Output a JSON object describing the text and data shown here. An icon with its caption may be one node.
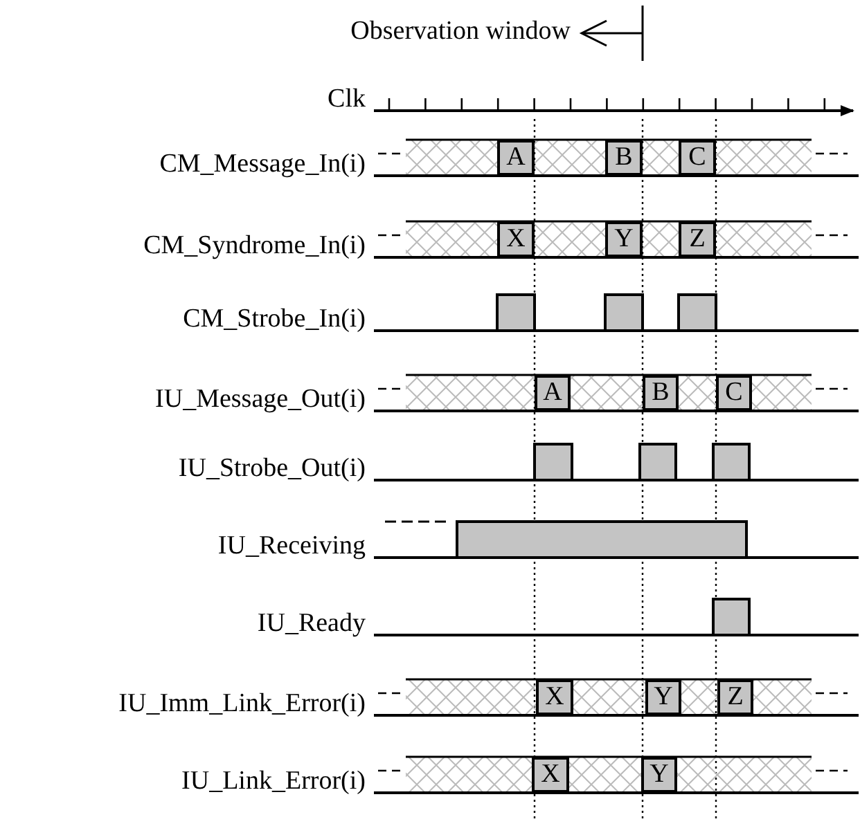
{
  "diagram": {
    "nodes": [
      {
        "text": [
          "A"
        ]
      },
      {
        "text": [
          "B"
        ]
      },
      {
        "text": [
          "C"
        ]
      },
      {
        "text": [
          "X"
        ]
      },
      {
        "text": [
          "Y"
        ]
      },
      {
        "text": [
          "Z"
        ]
      },
      {
        "text": [
          "A"
        ]
      },
      {
        "text": [
          "B"
        ]
      },
      {
        "text": [
          "C"
        ]
      },
      {
        "text": [
          "X"
        ]
      },
      {
        "text": [
          "Y"
        ]
      },
      {
        "text": [
          "Z"
        ]
      },
      {
        "text": [
          "X"
        ]
      },
      {
        "text": [
          "Y"
        ]
      }
    ],
    "labels": [
      "Observation window",
      "Clk",
      "CM_Message_In(i)",
      "CM_Syndrome_In(i)",
      "CM_Strobe_In(i)",
      "IU_Message_Out(i)",
      "IU_Strobe_Out(i)",
      "IU_Receiving",
      "IU_Ready",
      "IU_Imm_Link_Error(i)",
      "IU_Link_Error(i)"
    ]
  }
}
